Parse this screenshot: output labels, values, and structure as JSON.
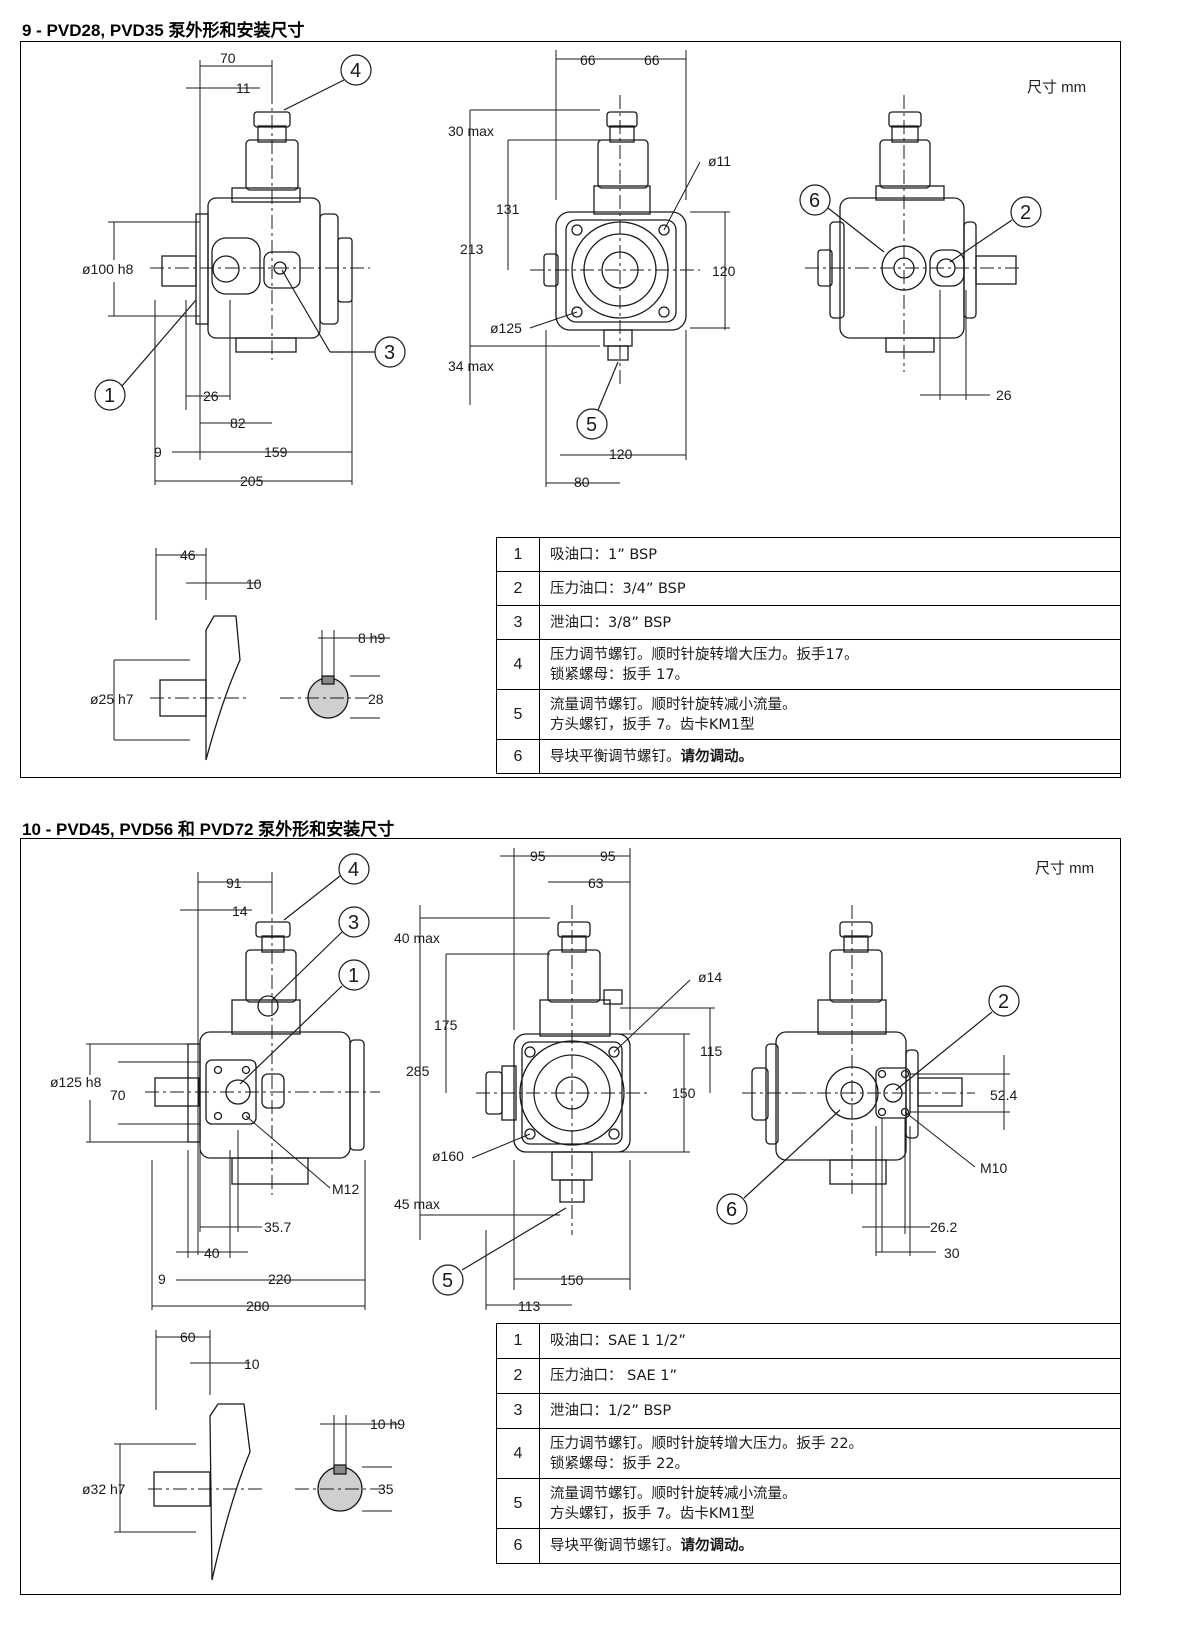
{
  "section1": {
    "title": "9 - PVD28, PVD35 泵外形和安装尺寸",
    "unit": "尺寸 mm",
    "dims": {
      "d70": "70",
      "d11": "11",
      "d100": "ø100 h8",
      "d26a": "26",
      "d82": "82",
      "d9": "9",
      "d159": "159",
      "d205": "205",
      "d66a": "66",
      "d66b": "66",
      "d30max": "30 max",
      "d131": "131",
      "d213": "213",
      "d11dia": "ø11",
      "d120r": "120",
      "d125": "ø125",
      "d34max": "34 max",
      "d120b": "120",
      "d80": "80",
      "d26b": "26",
      "d46": "46",
      "d10": "10",
      "d25": "ø25 h7",
      "d8h9": "8 h9",
      "d28": "28"
    },
    "callouts": [
      "1",
      "2",
      "3",
      "4",
      "5",
      "6"
    ],
    "legend": [
      {
        "num": "1",
        "line1": "吸油口：1” BSP",
        "line2": "",
        "bold": ""
      },
      {
        "num": "2",
        "line1": "压力油口：3/4” BSP",
        "line2": "",
        "bold": ""
      },
      {
        "num": "3",
        "line1": "泄油口：3/8” BSP",
        "line2": "",
        "bold": ""
      },
      {
        "num": "4",
        "line1": "压力调节螺钉。顺时针旋转增大压力。扳手17。",
        "line2": "锁紧螺母：扳手 17。",
        "bold": ""
      },
      {
        "num": "5",
        "line1": "流量调节螺钉。顺时针旋转减小流量。",
        "line2": "方头螺钉，扳手  7。齿卡KM1型",
        "bold": ""
      },
      {
        "num": "6",
        "line1": "导块平衡调节螺钉。",
        "line2": "",
        "bold": "请勿调动。"
      }
    ]
  },
  "section2": {
    "title": "10 - PVD45, PVD56 和 PVD72 泵外形和安装尺寸",
    "unit": "尺寸 mm",
    "dims": {
      "d91": "91",
      "d14": "14",
      "d125": "ø125 h8",
      "d70": "70",
      "dM12": "M12",
      "d357": "35.7",
      "d40": "40",
      "d9": "9",
      "d220": "220",
      "d280": "280",
      "d95a": "95",
      "d95b": "95",
      "d63": "63",
      "d40max": "40 max",
      "d14dia": "ø14",
      "d175": "175",
      "d285": "285",
      "d115": "115",
      "d150r": "150",
      "d160": "ø160",
      "d45max": "45 max",
      "d150b": "150",
      "d113": "113",
      "d524": "52.4",
      "dM10": "M10",
      "d262": "26.2",
      "d30": "30",
      "d60": "60",
      "d10": "10",
      "d32": "ø32 h7",
      "d10h9": "10 h9",
      "d35": "35"
    },
    "callouts": [
      "1",
      "2",
      "3",
      "4",
      "5",
      "6"
    ],
    "legend": [
      {
        "num": "1",
        "line1": "吸油口：SAE 1 1/2”",
        "line2": "",
        "bold": ""
      },
      {
        "num": "2",
        "line1": "压力油口：  SAE 1”",
        "line2": "",
        "bold": ""
      },
      {
        "num": "3",
        "line1": "泄油口：1/2” BSP",
        "line2": "",
        "bold": ""
      },
      {
        "num": "4",
        "line1": "压力调节螺钉。顺时针旋转增大压力。扳手  22。",
        "line2": "锁紧螺母：扳手 22。",
        "bold": ""
      },
      {
        "num": "5",
        "line1": "流量调节螺钉。顺时针旋转减小流量。",
        "line2": "方头螺钉，扳手  7。齿卡KM1型",
        "bold": ""
      },
      {
        "num": "6",
        "line1": "导块平衡调节螺钉。",
        "line2": "",
        "bold": "请勿调动。"
      }
    ]
  }
}
